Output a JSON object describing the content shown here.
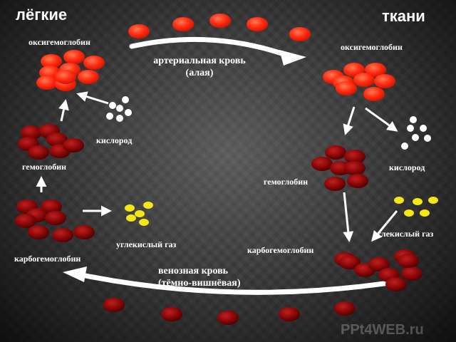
{
  "titles": {
    "lungs": "лёгкие",
    "tissues": "ткани"
  },
  "labels": {
    "oxyhemoglobin_left": "оксигемоглобин",
    "oxyhemoglobin_right": "оксигемоглобин",
    "hemoglobin_left": "гемоглобин",
    "hemoglobin_right": "гемоглобин",
    "oxygen_left": "кислород",
    "oxygen_right": "кислород",
    "co2_left": "углекислый газ",
    "co2_right": "углекислый газ",
    "carbohemoglobin_left": "карбогемоглобин",
    "carbohemoglobin_right": "карбогемоглобин",
    "arterial_line1": "артериальная кровь",
    "arterial_line2": "(алая)",
    "venous_line1": "венозная кровь",
    "venous_line2": "(тёмно-вишнёвая)"
  },
  "watermark": "PPt4WEB.ru",
  "colors": {
    "oxy_red": "#ff3b1f",
    "dark_red": "#8b0a0a",
    "oxygen_white": "#ffffff",
    "co2_yellow": "#f5e616",
    "arrow_white": "#ffffff"
  }
}
